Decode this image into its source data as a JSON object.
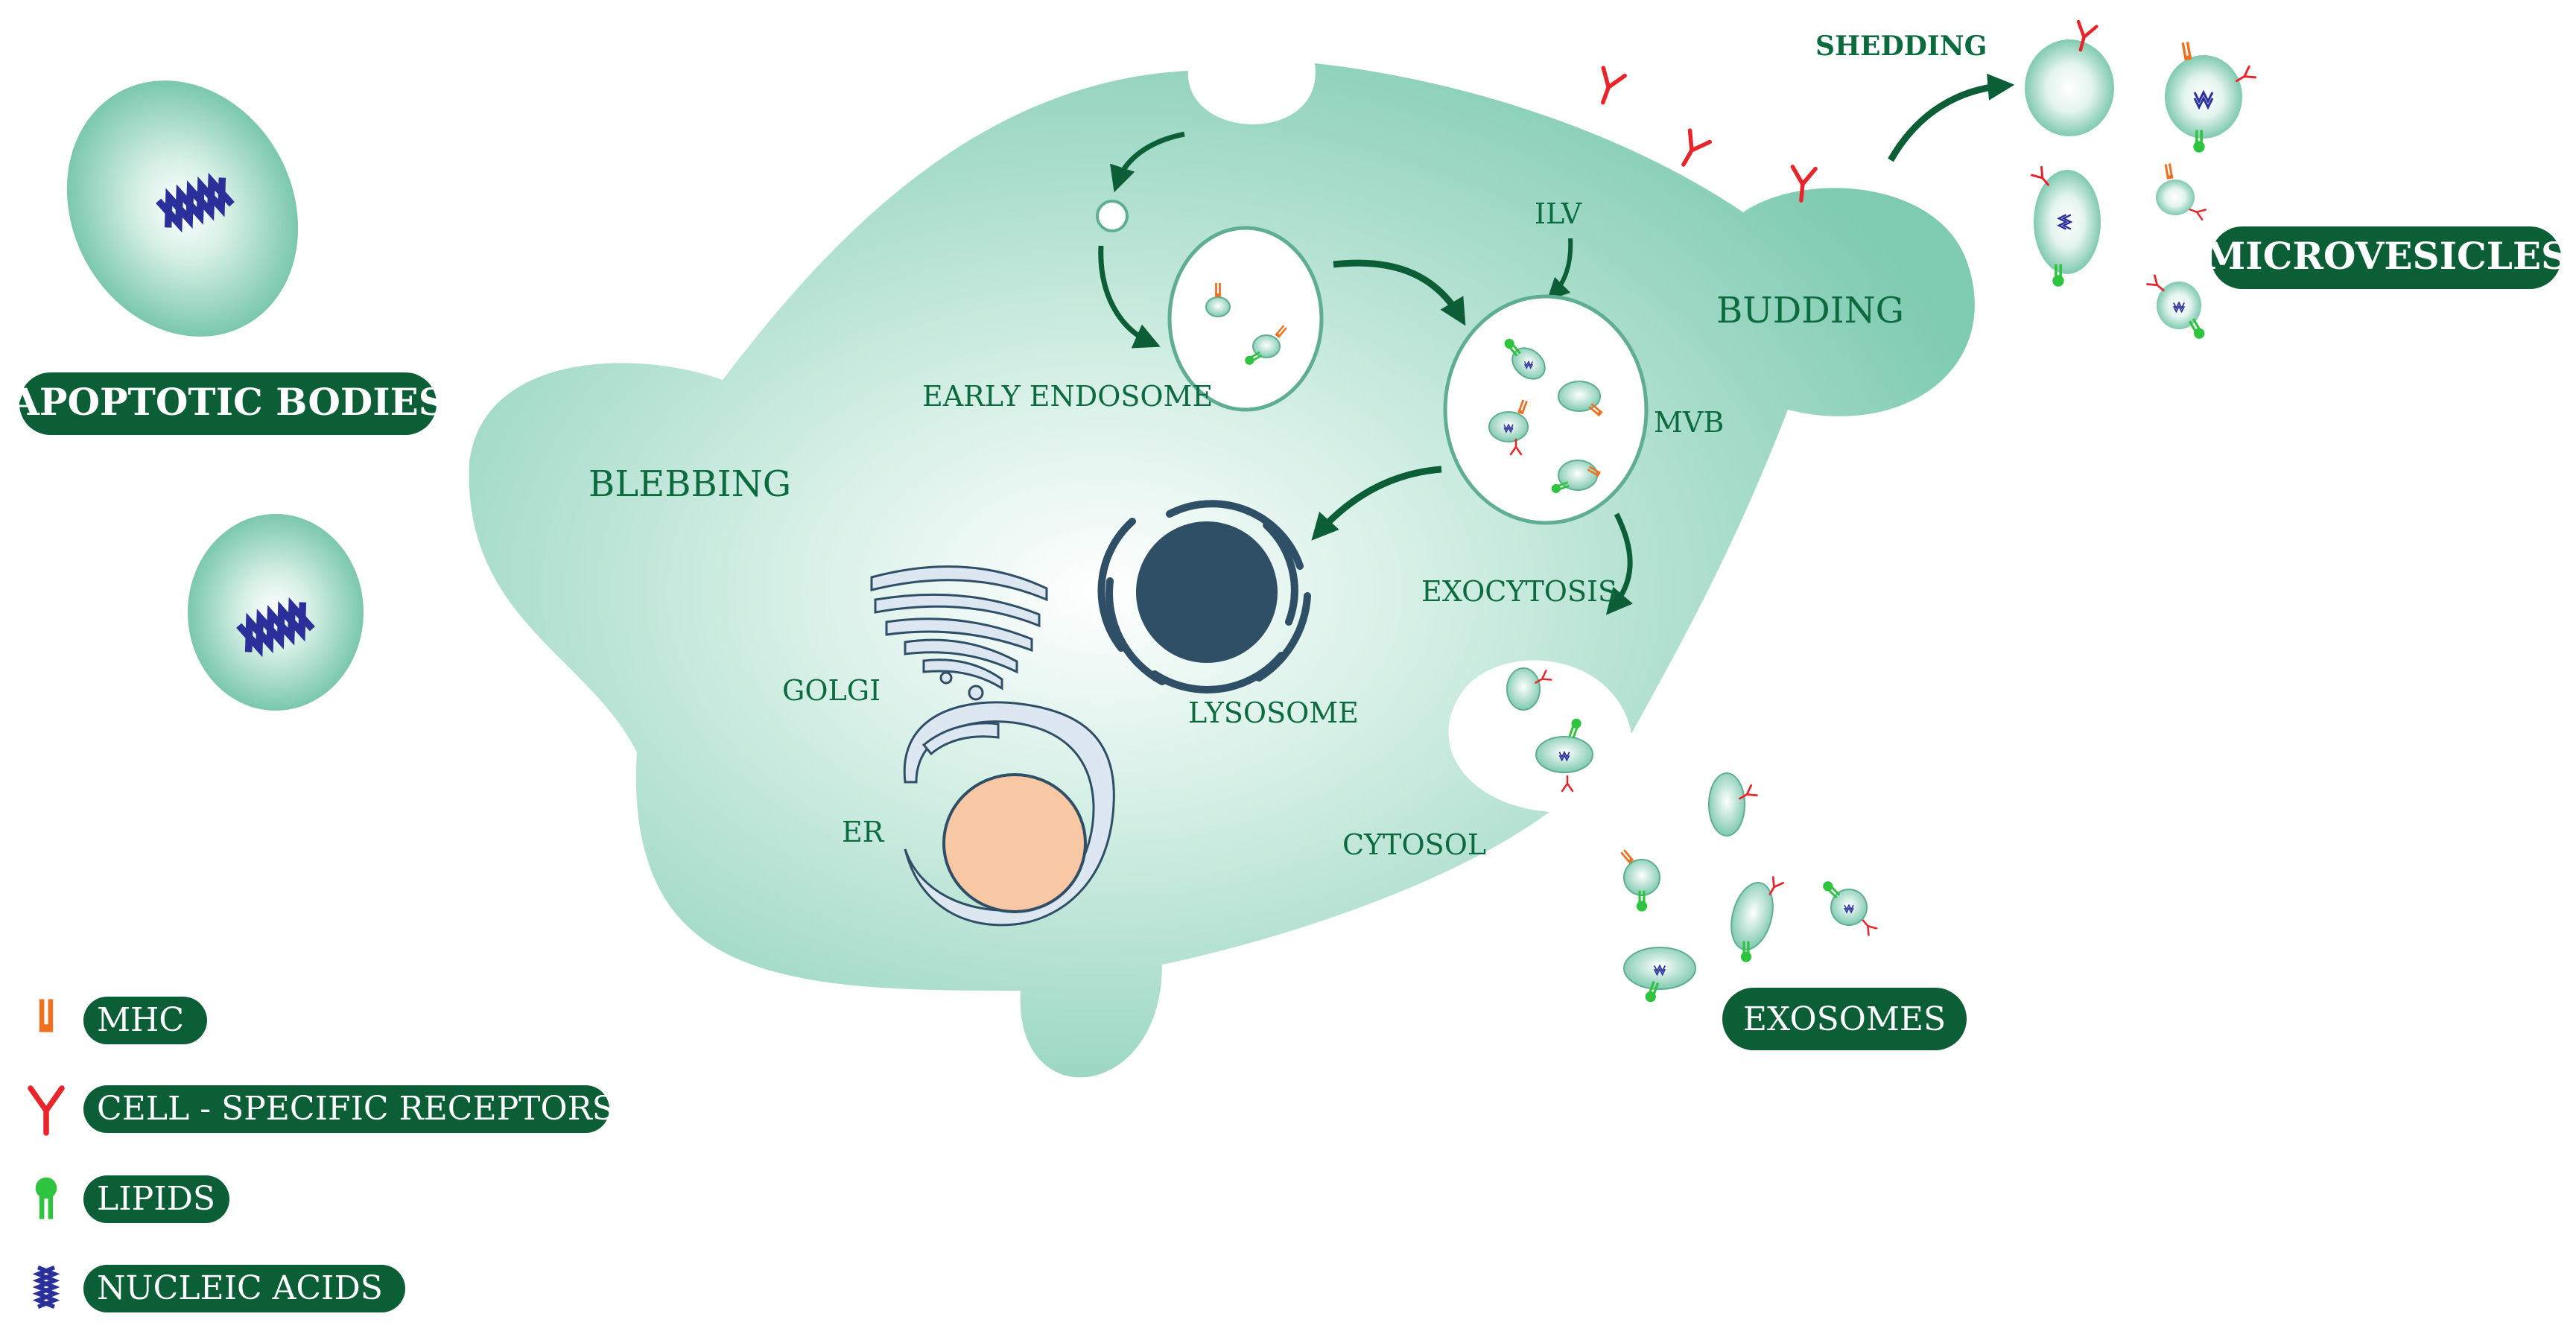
{
  "colors": {
    "cell": "#7fcbb2",
    "cell_edge": "#5fae94",
    "dark_green": "#0b5e36",
    "label_green": "#0b6b3f",
    "arrow": "#0b5e36",
    "mhc": "#f07020",
    "receptor": "#e8252a",
    "lipid": "#2ec43f",
    "nucleic": "#2b2f9a",
    "nucleus": "#f8c7a4",
    "organelle": "#dde7f2",
    "lysosome": "#2e4f66"
  },
  "labels": {
    "apoptotic_bodies": "APOPTOTIC BODIES",
    "blebbing": "BLEBBING",
    "budding": "BUDDING",
    "shedding": "SHEDDING",
    "microvesicles": "MICROVESICLES",
    "exosomes": "EXOSOMES",
    "early_endosome": "EARLY ENDOSOME",
    "ilv": "ILV",
    "mvb": "MVB",
    "exocytosis": "EXOCYTOSIS",
    "lysosome": "LYSOSOME",
    "golgi": "GOLGI",
    "er": "ER",
    "cytosol": "CYTOSOL"
  },
  "legend": [
    {
      "icon": "mhc-icon",
      "label": "MHC"
    },
    {
      "icon": "receptor-icon",
      "label": "CELL - SPECIFIC RECEPTORS"
    },
    {
      "icon": "lipid-icon",
      "label": "LIPIDS"
    },
    {
      "icon": "nucleic-acid-icon",
      "label": "NUCLEIC ACIDS"
    }
  ]
}
